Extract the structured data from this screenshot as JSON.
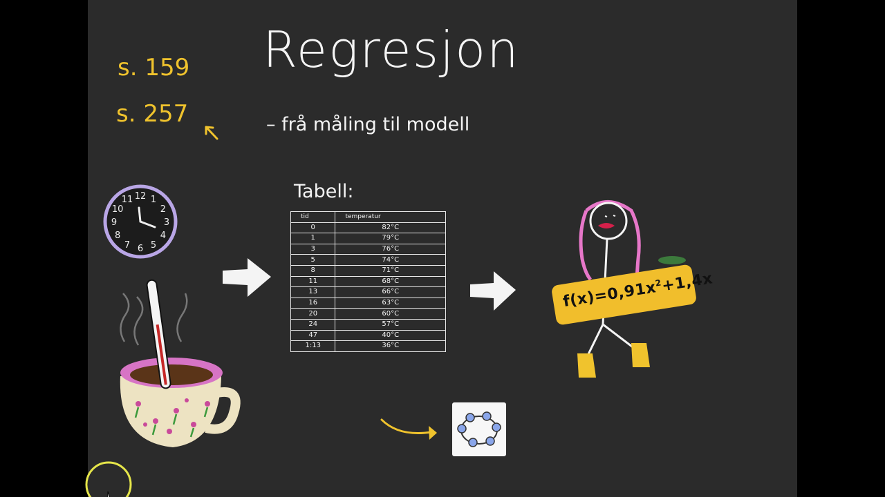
{
  "title": "Regresjon",
  "subtitle": "– frå måling til modell",
  "references": [
    "s. 159",
    "s. 257"
  ],
  "table": {
    "label": "Tabell:",
    "headers": [
      "tid",
      "temperatur"
    ],
    "rows": [
      [
        "0",
        "82°C"
      ],
      [
        "1",
        "79°C"
      ],
      [
        "3",
        "76°C"
      ],
      [
        "5",
        "74°C"
      ],
      [
        "8",
        "71°C"
      ],
      [
        "11",
        "68°C"
      ],
      [
        "13",
        "66°C"
      ],
      [
        "16",
        "63°C"
      ],
      [
        "20",
        "60°C"
      ],
      [
        "24",
        "57°C"
      ],
      [
        "47",
        "40°C"
      ],
      [
        "1:13",
        "36°C"
      ]
    ]
  },
  "formula": {
    "lhs": "f(x)=0,91x",
    "exp": "2",
    "rhs": "+1,4x"
  },
  "clock": {
    "numbers": [
      "12",
      "1",
      "2",
      "3",
      "4",
      "5",
      "6",
      "7",
      "8",
      "9",
      "10",
      "11"
    ]
  },
  "colors": {
    "board": "#2b2b2b",
    "accent_yellow": "#f0c32d",
    "chalk_white": "#f4f4f4",
    "clock_ring": "#b9a6e6",
    "hair_pink": "#e777c9",
    "cup_rim": "#d774c5"
  }
}
